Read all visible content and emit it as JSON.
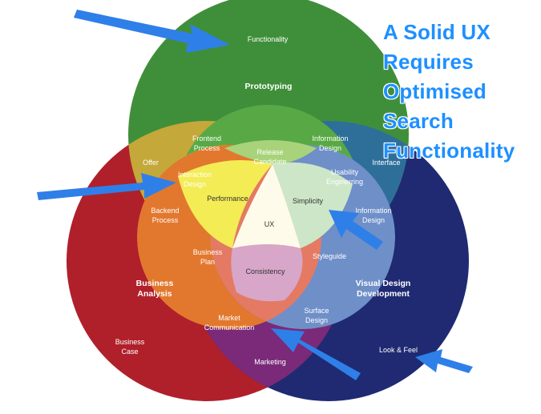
{
  "headline": [
    "A Solid UX",
    "Requires",
    "Optimised",
    "Search",
    "Functionality"
  ],
  "circles": {
    "top": {
      "title": "Prototyping",
      "label": "Functionality",
      "color": "#3f8f3a"
    },
    "left": {
      "title_lines": [
        "Business",
        "Analysis"
      ],
      "label_lines": [
        "Business",
        "Case"
      ],
      "color": "#b0202a"
    },
    "right": {
      "title_lines": [
        "Visual Design",
        "Development"
      ],
      "label": "Look & Feel",
      "color": "#1f2a72"
    }
  },
  "regions": {
    "offer": "Offer",
    "frontend": [
      "Frontend",
      "Process"
    ],
    "info_design_top": [
      "Information",
      "Design"
    ],
    "interface": "Interface",
    "release": [
      "Release",
      "Candidate"
    ],
    "interaction": [
      "Interaction",
      "Design"
    ],
    "usability": [
      "Usability",
      "Enginerring"
    ],
    "performance": "Performance",
    "simplicity": "Simplicity",
    "backend": [
      "Backend",
      "Process"
    ],
    "info_design_right": [
      "Information",
      "Design"
    ],
    "ux": "UX",
    "business_plan": [
      "Business",
      "Plan"
    ],
    "styleguide": "Styleguide",
    "consistency": "Consistency",
    "market": [
      "Market",
      "Communication"
    ],
    "surface": [
      "Surface",
      "Design"
    ],
    "marketing": "Marketing"
  },
  "colors": {
    "yellow": "#f3e21a",
    "light_yellow": "#fbf38a",
    "light_green": "#a8d37a",
    "cyan": "#5ab7c6",
    "orange": "#e5812e",
    "salmon": "#e47a63",
    "magenta": "#db2d85",
    "purple": "#7d3487",
    "steel_blue": "#6f8fc8",
    "mauve": "#d7a6c9",
    "arrow": "#2f7fe8"
  }
}
